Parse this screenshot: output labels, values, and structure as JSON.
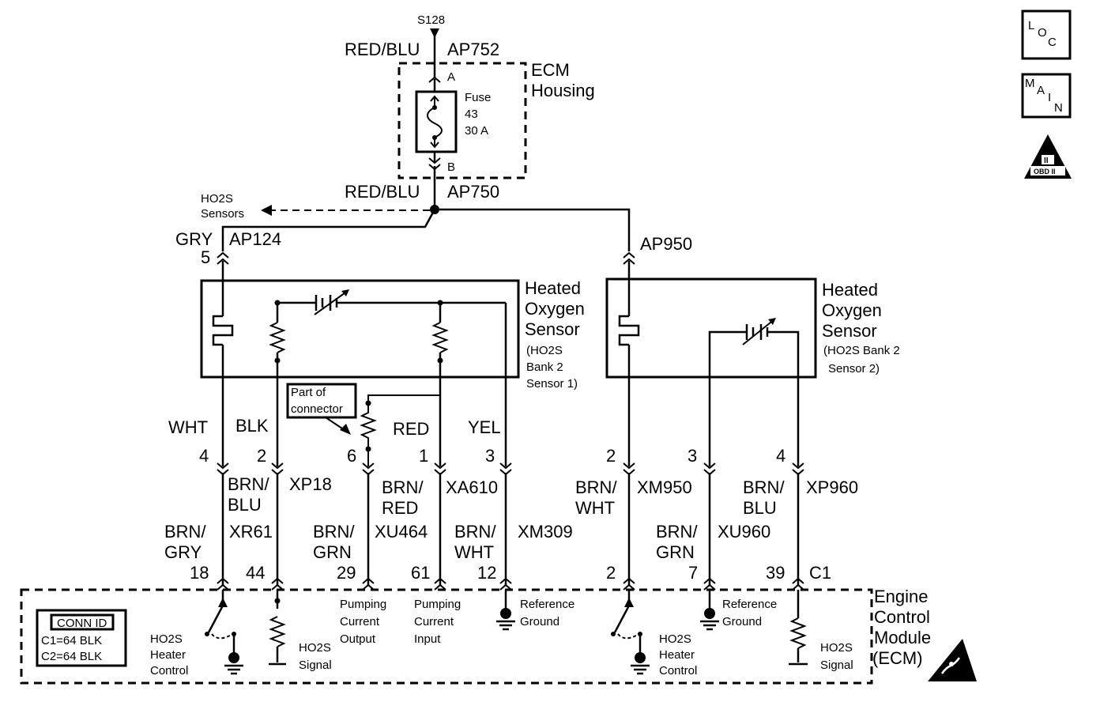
{
  "splice": "S128",
  "fuse_circuit": {
    "top_wire_color": "RED/BLU",
    "top_circuit": "AP752",
    "pin_a": "A",
    "pin_b": "B",
    "fuse_lines": [
      "Fuse",
      "43",
      "30 A"
    ],
    "housing_lines": [
      "ECM",
      "Housing"
    ],
    "bottom_wire_color": "RED/BLU",
    "bottom_circuit": "AP750"
  },
  "ho2s_sensors_lines": [
    "HO2S",
    "Sensors"
  ],
  "sensor1": {
    "feed_color": "GRY",
    "feed_circuit": "AP124",
    "feed_pin": "5",
    "title_lines": [
      "Heated",
      "Oxygen",
      "Sensor"
    ],
    "sub_lines": [
      "(HO2S",
      "Bank 2",
      "Sensor 1)"
    ],
    "part_of_connector_lines": [
      "Part of",
      "connector"
    ],
    "wires": [
      {
        "color": "WHT",
        "pin": "4"
      },
      {
        "color": "BLK",
        "pin": "2"
      },
      {
        "color": "",
        "pin": "6"
      },
      {
        "color": "RED",
        "pin": "1"
      },
      {
        "color": "YEL",
        "pin": "3"
      }
    ]
  },
  "sensor2": {
    "feed_circuit": "AP950",
    "title_lines": [
      "Heated",
      "Oxygen",
      "Sensor"
    ],
    "sub_lines": [
      "(HO2S Bank 2",
      "Sensor 2)"
    ],
    "wires": [
      {
        "pin": "2"
      },
      {
        "pin": "3"
      },
      {
        "pin": "4"
      }
    ]
  },
  "harness": {
    "w1": {
      "color_lines": [
        "BRN/",
        "GRY"
      ],
      "circuit": "XR61",
      "pin": "18"
    },
    "w2": {
      "color_lines": [
        "BRN/",
        "BLU"
      ],
      "circuit": "XP18",
      "pin": "44"
    },
    "w3": {
      "color_lines": [
        "BRN/",
        "GRN"
      ],
      "circuit": "XU464",
      "pin": "29"
    },
    "w4": {
      "color_lines": [
        "BRN/",
        "RED"
      ],
      "circuit": "XA610",
      "pin": "61"
    },
    "w5": {
      "color_lines": [
        "BRN/",
        "WHT"
      ],
      "circuit": "XM309",
      "pin": "12"
    },
    "w6": {
      "color_lines": [
        "BRN/",
        "WHT"
      ],
      "circuit": "XM950",
      "pin": "2"
    },
    "w7": {
      "color_lines": [
        "BRN/",
        "GRN"
      ],
      "circuit": "XU960",
      "pin": "7"
    },
    "w8": {
      "color_lines": [
        "BRN/",
        "BLU"
      ],
      "circuit": "XP960",
      "pin": "39"
    },
    "connector": "C1"
  },
  "ecm": {
    "title_lines": [
      "Engine",
      "Control",
      "Module",
      "(ECM)"
    ],
    "conn_id_title": "CONN ID",
    "conn_id_lines": [
      "C1=64 BLK",
      "C2=64 BLK"
    ],
    "heater_control_lines": [
      "HO2S",
      "Heater",
      "Control"
    ],
    "signal_lines": [
      "HO2S",
      "Signal"
    ],
    "pumping_output_lines": [
      "Pumping",
      "Current",
      "Output"
    ],
    "pumping_input_lines": [
      "Pumping",
      "Current",
      "Input"
    ],
    "reference_ground_lines": [
      "Reference",
      "Ground"
    ],
    "heater_control2_lines": [
      "HO2S",
      "Heater",
      "Control"
    ],
    "reference_ground2_lines": [
      "Reference",
      "Ground"
    ],
    "signal2_lines": [
      "HO2S",
      "Signal"
    ]
  },
  "side_icons": {
    "loc": [
      "L",
      "O",
      "C"
    ],
    "main": [
      "M",
      "A",
      "I",
      "N"
    ],
    "obd_symbol": "II",
    "obd": "OBD II"
  }
}
